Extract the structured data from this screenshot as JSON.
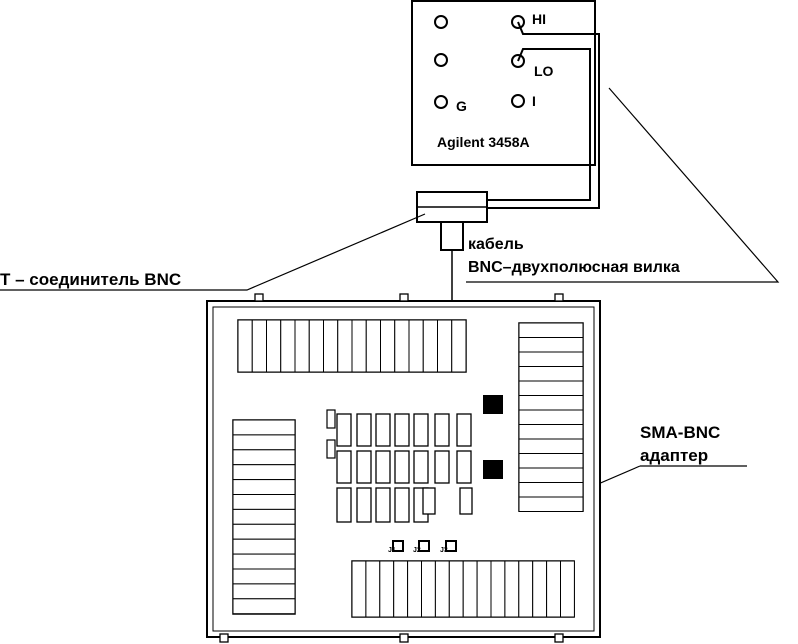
{
  "meter": {
    "name": "Agilent 3458A",
    "terminals": {
      "hi": "HI",
      "lo": "LO",
      "guard": "G",
      "current": "I"
    }
  },
  "labels": {
    "tee": "Т – соединитель BNC",
    "cable_line1": "кабель",
    "cable_line2": "BNC–двухполюсная вилка",
    "adapter_line1": "SMA-BNC",
    "adapter_line2": "адаптер"
  },
  "board": {
    "connector_labels": [
      "J1",
      "J2",
      "J3"
    ]
  }
}
